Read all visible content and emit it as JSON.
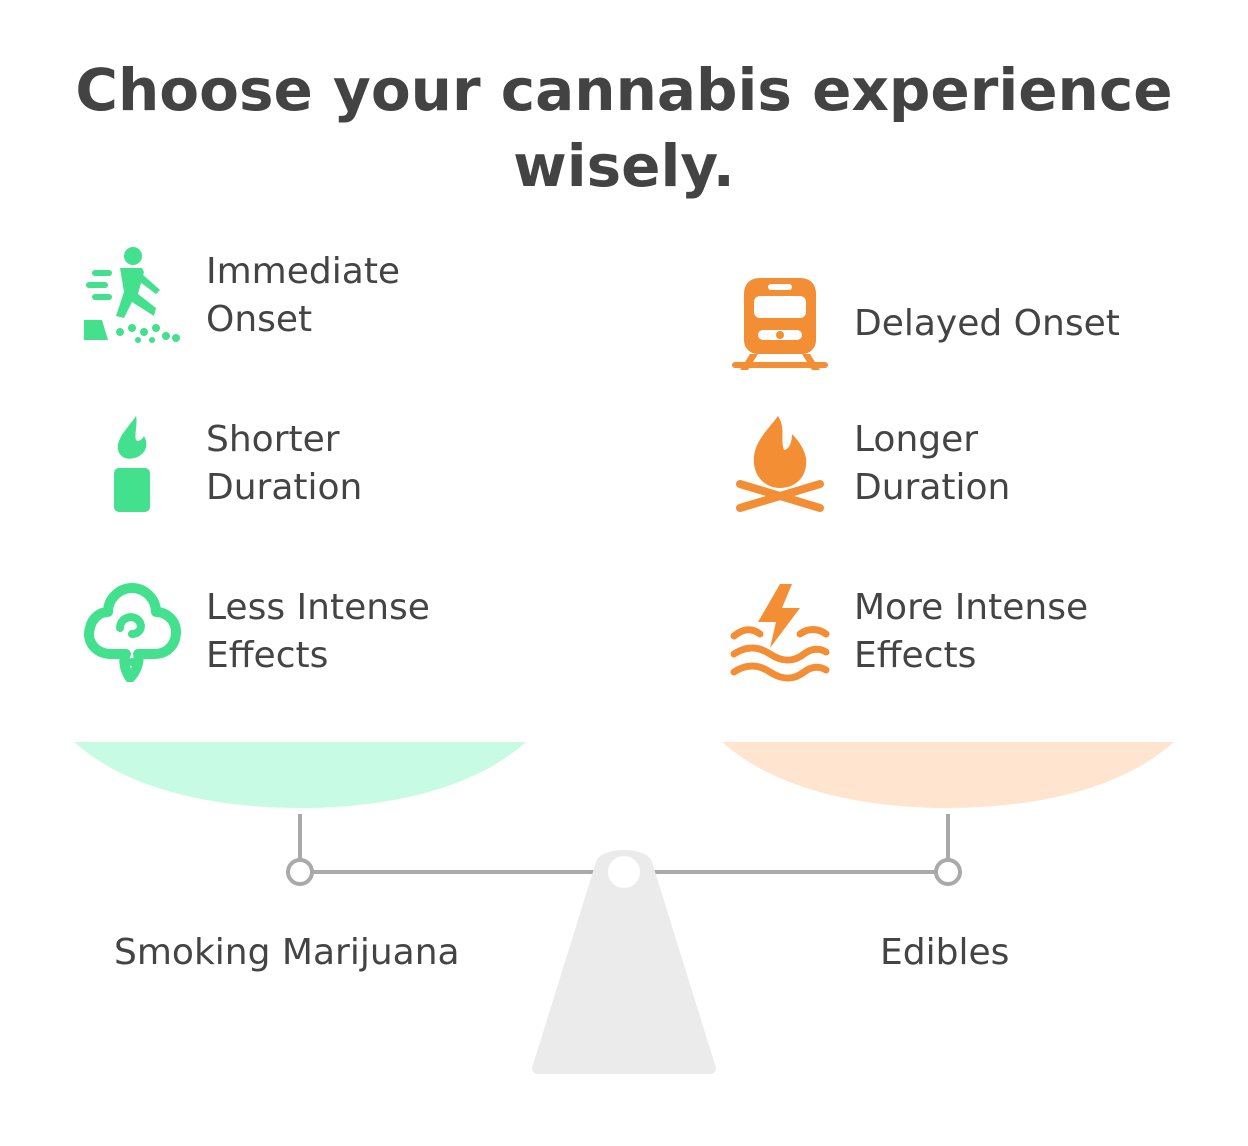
{
  "title": [
    "Choose your cannabis experience",
    "wisely."
  ],
  "left": {
    "name": "Smoking Marijuana",
    "color": "#43E08E",
    "pan_color": "#C7FBE3",
    "items": [
      {
        "label": "Immediate\nOnset",
        "icon": "running-person-icon"
      },
      {
        "label": "Shorter\nDuration",
        "icon": "candle-icon"
      },
      {
        "label": "Less Intense\nEffects",
        "icon": "gentle-cloud-icon"
      }
    ]
  },
  "right": {
    "name": "Edibles",
    "color": "#F38E35",
    "pan_color": "#FFE5CF",
    "items": [
      {
        "label": "Delayed Onset",
        "icon": "train-icon"
      },
      {
        "label": "Longer\nDuration",
        "icon": "campfire-icon"
      },
      {
        "label": "More Intense\nEffects",
        "icon": "lightning-waves-icon"
      }
    ]
  },
  "scale_color": "#A9A9A9",
  "base_color": "#EBEBEB"
}
